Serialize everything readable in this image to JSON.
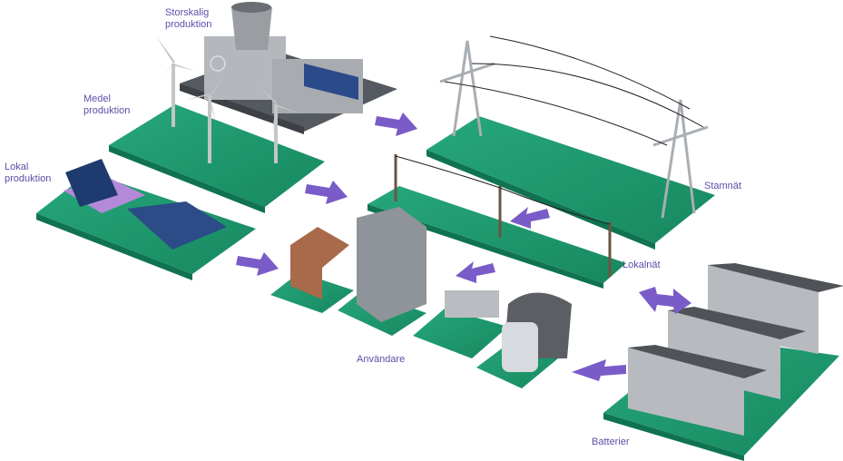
{
  "labels": {
    "storskalig": "Storskalig\nproduktion",
    "medel": "Medel\nproduktion",
    "lokal": "Lokal\nproduktion",
    "stamnat": "Stamnät",
    "lokalnat": "Lokalnät",
    "anvandare": "Användare",
    "batterier": "Batterier"
  },
  "colors": {
    "platform": "#1f9a72",
    "platform_edge": "#117a58",
    "arrow": "#7a5cc8",
    "label": "#5a4fa6",
    "gray": "#8d9196"
  }
}
